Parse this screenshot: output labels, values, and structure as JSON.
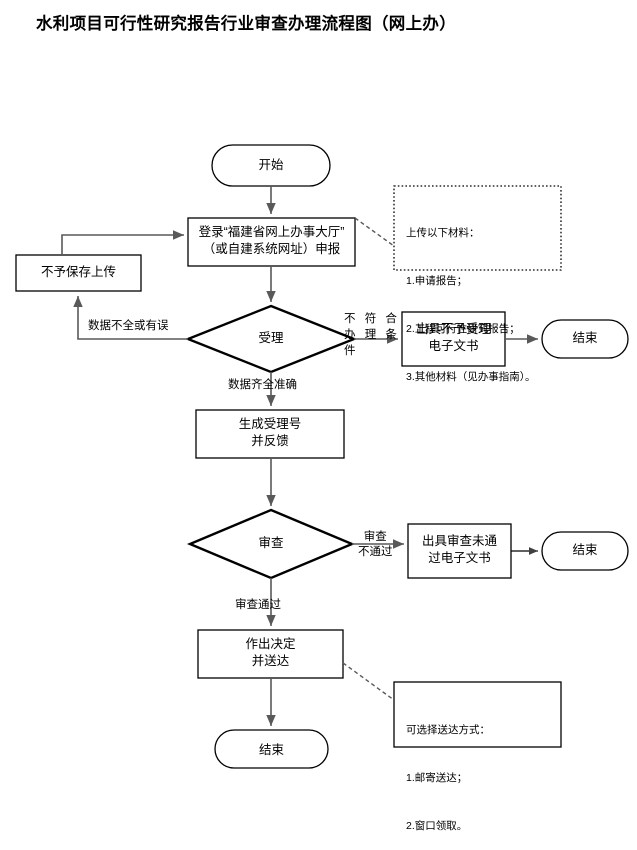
{
  "title": "水利项目可行性研究报告行业审查办理流程图（网上办）",
  "colors": {
    "stroke": "#000000",
    "arrow": "#595959",
    "text": "#000000",
    "background": "#ffffff"
  },
  "nodes": {
    "start_top": {
      "label": "开始",
      "shape": "pill"
    },
    "login": {
      "label": "登录“福建省网上办事大厅”\n（或自建系统网址）申报",
      "shape": "rect"
    },
    "no_save": {
      "label": "不予保存上传",
      "shape": "rect"
    },
    "accept_decision": {
      "label": "受理",
      "shape": "diamond"
    },
    "reject_doc": {
      "label": "出具不予受理\n电子文书",
      "shape": "rect"
    },
    "end_reject": {
      "label": "结束",
      "shape": "pill"
    },
    "gen_number": {
      "label": "生成受理号\n并反馈",
      "shape": "rect"
    },
    "review_decision": {
      "label": "审查",
      "shape": "diamond"
    },
    "fail_doc": {
      "label": "出具审查未通\n过电子文书",
      "shape": "rect"
    },
    "end_fail": {
      "label": "结束",
      "shape": "pill"
    },
    "decision_deliver": {
      "label": "作出决定\n并送达",
      "shape": "rect"
    },
    "end_final": {
      "label": "结束",
      "shape": "pill"
    }
  },
  "edge_labels": {
    "data_incomplete": "数据不全或有误",
    "not_qualified": "不 符 合\n办 理 条\n件",
    "data_complete": "数据齐全准确",
    "review_fail": "审查\n不通过",
    "review_pass": "审查通过"
  },
  "notes": {
    "upload_note": {
      "border": "dotted",
      "lines": [
        "上传以下材料：",
        "1.申请报告；",
        "2.工程可行性研究报告；",
        "3.其他材料（见办事指南）。"
      ]
    },
    "deliver_note": {
      "border": "solid",
      "lines": [
        "可选择送达方式：",
        "1.邮寄送达；",
        "2.窗口领取。"
      ]
    }
  }
}
